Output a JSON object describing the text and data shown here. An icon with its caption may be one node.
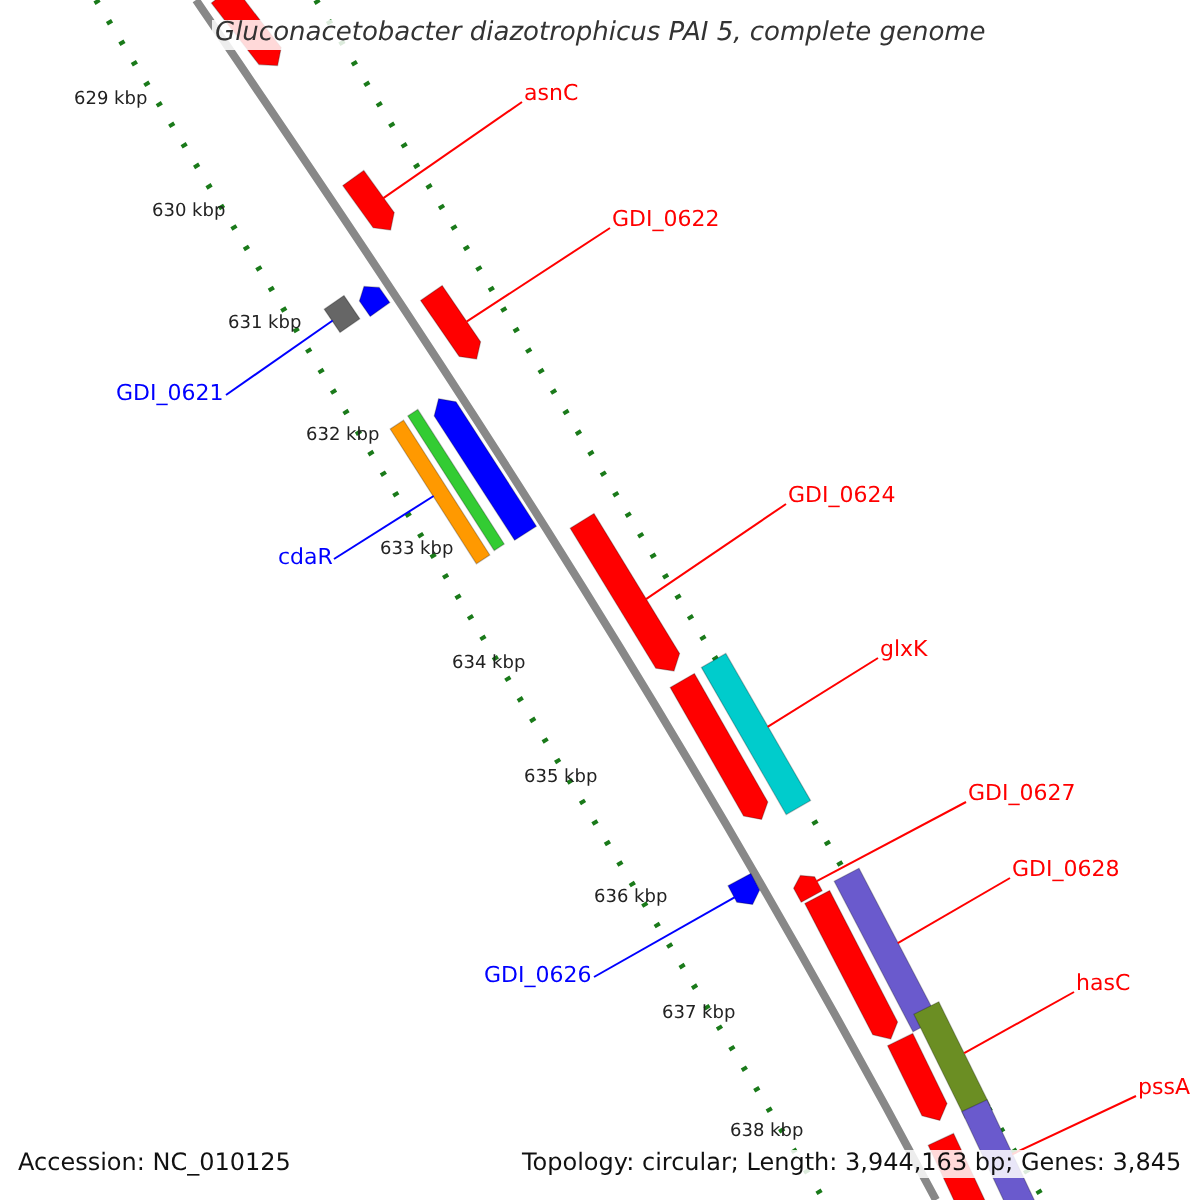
{
  "diagram": {
    "title": "Gluconacetobacter diazotrophicus PAI 5, complete genome",
    "nodes": [
      {
        "text": [
          "asnC"
        ]
      },
      {
        "text": [
          "GDI_0622"
        ]
      },
      {
        "text": [
          "GDI_0621"
        ]
      },
      {
        "text": [
          "cdaR"
        ]
      },
      {
        "text": [
          "GDI_0624"
        ]
      },
      {
        "text": [
          "glxK"
        ]
      },
      {
        "text": [
          "GDI_0627"
        ]
      },
      {
        "text": [
          "GDI_0628"
        ]
      },
      {
        "text": [
          "GDI_0626"
        ]
      },
      {
        "text": [
          "hasC"
        ]
      },
      {
        "text": [
          "pssA"
        ]
      },
      {
        "text": [],
        "shape": "bar"
      },
      {
        "text": [],
        "shape": "bar"
      },
      {
        "text": [],
        "shape": "bar"
      },
      {
        "text": [],
        "shape": "bar"
      },
      {
        "text": [],
        "shape": "bar"
      },
      {
        "text": [],
        "shape": "bar"
      },
      {
        "text": [],
        "shape": "bar"
      },
      {
        "text": [],
        "shape": "bar"
      },
      {
        "text": [],
        "shape": "bar"
      },
      {
        "text": [],
        "shape": "bar"
      },
      {
        "text": [],
        "shape": "bar"
      },
      {
        "text": [],
        "shape": "bar"
      },
      {
        "text": [],
        "shape": "bar"
      },
      {
        "text": [],
        "shape": "bar"
      },
      {
        "text": [],
        "shape": "bar"
      },
      {
        "text": [],
        "shape": "bar"
      },
      {
        "text": [],
        "shape": "bar"
      },
      {
        "text": [],
        "shape": "bar"
      },
      {
        "text": [],
        "shape": "bar"
      }
    ],
    "edges": [
      {
        "from": 0,
        "to": 12,
        "arrow": "none"
      },
      {
        "from": 2,
        "to": 14,
        "arrow": "none",
        "color": "#0000ff"
      },
      {
        "from": 1,
        "to": 15,
        "arrow": "none"
      },
      {
        "from": 3,
        "to": 18,
        "arrow": "none",
        "color": "#0000ff"
      },
      {
        "from": 4,
        "to": 19,
        "arrow": "none"
      },
      {
        "from": 5,
        "to": 20,
        "arrow": "none"
      },
      {
        "from": 6,
        "to": 22,
        "arrow": "none"
      },
      {
        "from": 8,
        "to": 23,
        "arrow": "none",
        "color": "#0000ff"
      },
      {
        "from": 7,
        "to": 24,
        "arrow": "none"
      },
      {
        "from": 9,
        "to": 26,
        "arrow": "none"
      },
      {
        "from": 10,
        "to": 28,
        "arrow": "none"
      }
    ],
    "labels": [
      "629 kbp",
      "630 kbp",
      "631 kbp",
      "632 kbp",
      "633 kbp",
      "634 kbp",
      "635 kbp",
      "636 kbp",
      "637 kbp",
      "638 kbp",
      "Accession: NC_010125",
      "Topology: circular; Length: 3,944,163 bp; Genes: 3,845"
    ]
  }
}
